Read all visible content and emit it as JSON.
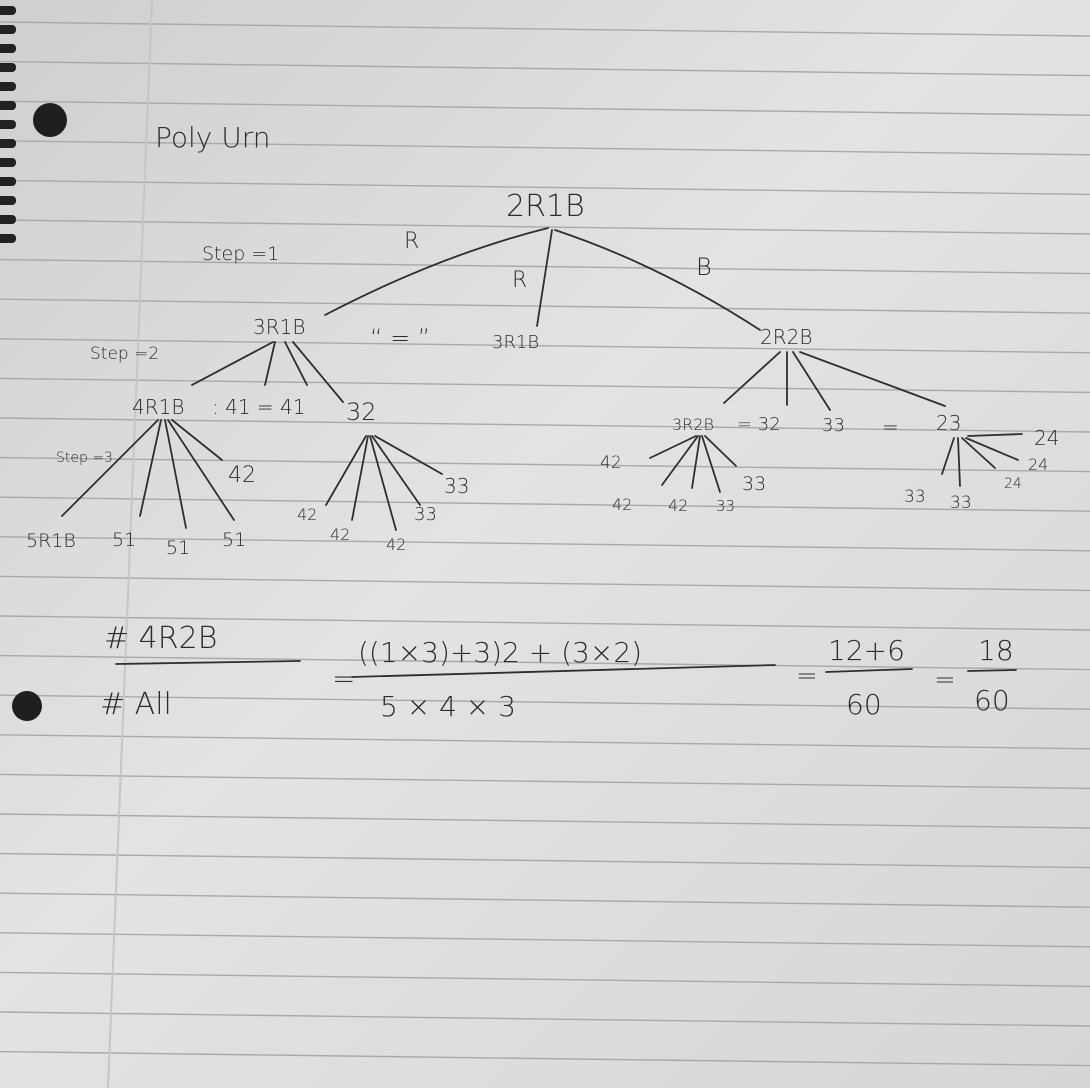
{
  "note": {
    "title": "Poly Urn",
    "root": "2R1B",
    "branch_labels": {
      "left": "R",
      "middle": "R",
      "right": "B"
    },
    "steps": {
      "step1": "Step =1",
      "step2": "Step =2",
      "step3": "Step =3"
    },
    "level1": {
      "left": "3R1B",
      "equals": "“ = ”",
      "middle": "3R1B",
      "right": "2R2B"
    },
    "level2": {
      "left_node": "4R1B",
      "left_chain": ": 41 = 41",
      "mid_node": "32",
      "right_node": "3R2B",
      "right_chain": "= 32",
      "right_33": "33",
      "right_eq": "=",
      "far_node": "23"
    },
    "level3_leaves": {
      "under_4R1B": [
        "5R1B",
        "51",
        "51",
        "51"
      ],
      "under_4R1B_side": "42",
      "under_32": [
        "42",
        "42",
        "42",
        "33"
      ],
      "under_32_side": "33",
      "under_3R2B_side": "42",
      "under_3R2B": [
        "42",
        "42",
        "33"
      ],
      "under_3R2B_side2": "33",
      "under_23": [
        "33",
        "33"
      ],
      "under_23_side": [
        "24",
        "24",
        "24"
      ]
    },
    "formula": {
      "numerator": "# 4R2B",
      "denominator": "# All",
      "eq1": "=",
      "expr_num": "((1×3)+3)2 + (3×2)",
      "expr_den": "5 × 4 × 3",
      "eq2": "=",
      "frac2_num": "12+6",
      "frac2_den": "60",
      "eq3": "=",
      "frac3_num": "18",
      "frac3_den": "60"
    }
  },
  "colors": {
    "paper": "#dcdcdc",
    "rule": "#a9a9a9",
    "margin": "#c9c9c9",
    "ink": "#2f2f2f"
  }
}
